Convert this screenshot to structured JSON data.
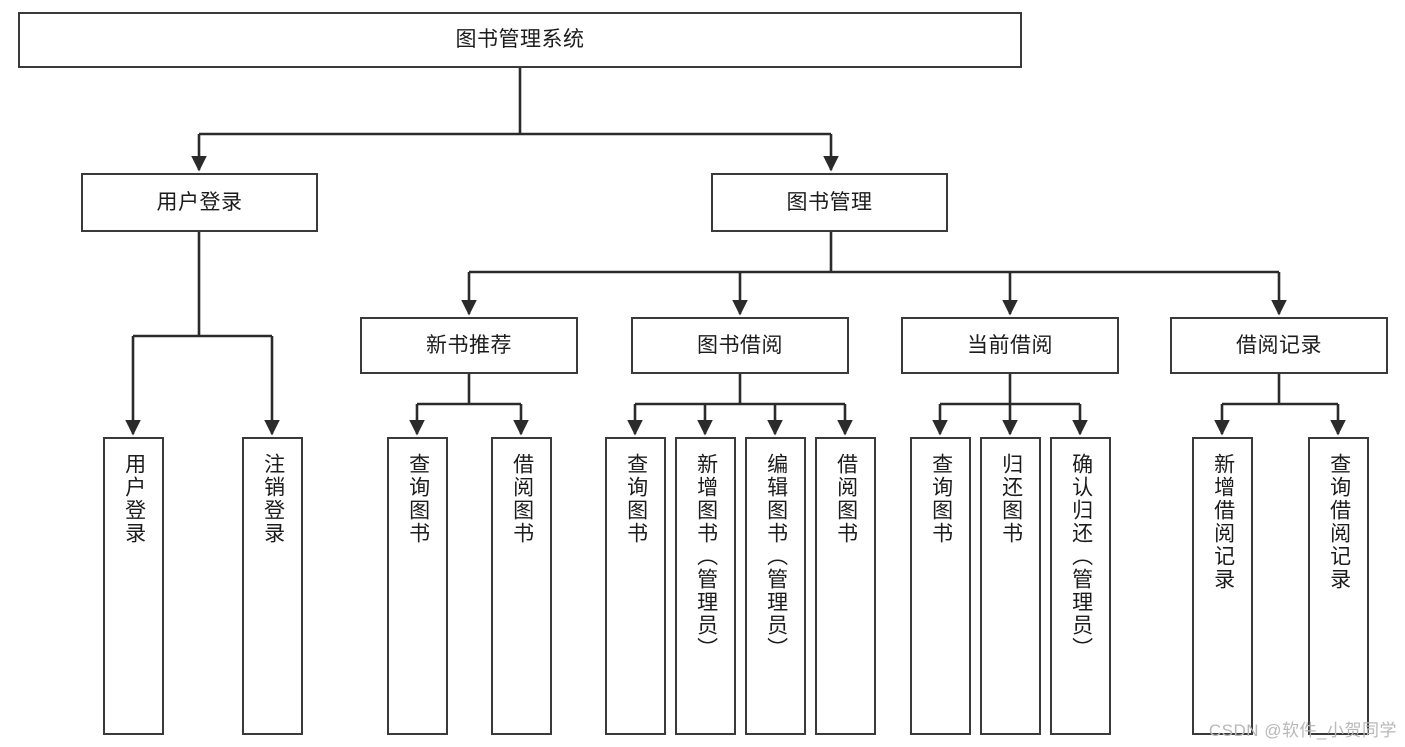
{
  "diagram": {
    "type": "hierarchy-tree",
    "root": {
      "id": "root",
      "label": "图书管理系统"
    },
    "level2": [
      {
        "id": "user-login",
        "label": "用户登录"
      },
      {
        "id": "book-management",
        "label": "图书管理"
      }
    ],
    "level3": [
      {
        "id": "new-book-recommend",
        "label": "新书推荐",
        "parent": "book-management"
      },
      {
        "id": "book-borrow",
        "label": "图书借阅",
        "parent": "book-management"
      },
      {
        "id": "current-borrow",
        "label": "当前借阅",
        "parent": "book-management"
      },
      {
        "id": "borrow-record",
        "label": "借阅记录",
        "parent": "book-management"
      }
    ],
    "leaves": [
      {
        "id": "leaf-user-login",
        "label": "用户登录",
        "parent": "user-login"
      },
      {
        "id": "leaf-logout",
        "label": "注销登录",
        "parent": "user-login"
      },
      {
        "id": "leaf-query-book-1",
        "label": "查询图书",
        "parent": "new-book-recommend"
      },
      {
        "id": "leaf-borrow-book-1",
        "label": "借阅图书",
        "parent": "new-book-recommend"
      },
      {
        "id": "leaf-query-book-2",
        "label": "查询图书",
        "parent": "book-borrow"
      },
      {
        "id": "leaf-add-book",
        "label": "新增图书（管理员）",
        "parent": "book-borrow"
      },
      {
        "id": "leaf-edit-book",
        "label": "编辑图书（管理员）",
        "parent": "book-borrow"
      },
      {
        "id": "leaf-borrow-book-2",
        "label": "借阅图书",
        "parent": "book-borrow"
      },
      {
        "id": "leaf-query-book-3",
        "label": "查询图书",
        "parent": "current-borrow"
      },
      {
        "id": "leaf-return-book",
        "label": "归还图书",
        "parent": "current-borrow"
      },
      {
        "id": "leaf-confirm-return",
        "label": "确认归还（管理员）",
        "parent": "current-borrow"
      },
      {
        "id": "leaf-add-record",
        "label": "新增借阅记录",
        "parent": "borrow-record"
      },
      {
        "id": "leaf-query-record",
        "label": "查询借阅记录",
        "parent": "borrow-record"
      }
    ],
    "watermark": "CSDN @软件_小贺同学",
    "colors": {
      "box_border": "#3a3a3a",
      "box_fill": "#ffffff",
      "connector": "#2b2b2b",
      "text": "#1c1c1c",
      "watermark": "#b8b8b8",
      "background": "#ffffff"
    }
  }
}
